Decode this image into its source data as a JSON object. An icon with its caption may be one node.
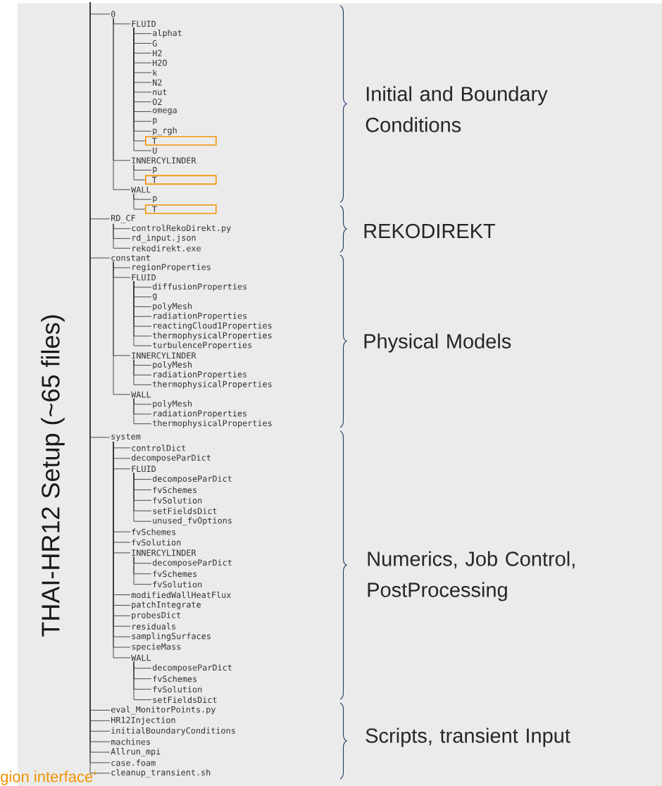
{
  "diagram": {
    "title": "THAI-HR12 Setup (~65 files)",
    "nodes": [
      {
        "text": [
          "0"
        ]
      },
      {
        "text": [
          "FLUID"
        ]
      },
      {
        "text": [
          "alphat"
        ]
      },
      {
        "text": [
          "G"
        ]
      },
      {
        "text": [
          "H2"
        ]
      },
      {
        "text": [
          "H2O"
        ]
      },
      {
        "text": [
          "k"
        ]
      },
      {
        "text": [
          "N2"
        ]
      },
      {
        "text": [
          "nut"
        ]
      },
      {
        "text": [
          "O2"
        ]
      },
      {
        "text": [
          "omega"
        ]
      },
      {
        "text": [
          "p"
        ]
      },
      {
        "text": [
          "p_rgh"
        ]
      },
      {
        "text": [
          "T"
        ]
      },
      {
        "text": [
          "U"
        ]
      },
      {
        "text": [
          "INNERCYLINDER"
        ]
      },
      {
        "text": [
          "p"
        ]
      },
      {
        "text": [
          "T"
        ]
      },
      {
        "text": [
          "WALL"
        ]
      },
      {
        "text": [
          "p"
        ]
      },
      {
        "text": [
          "T"
        ]
      },
      {
        "text": [
          "RD_CF"
        ]
      },
      {
        "text": [
          "controlRekoDirekt.py"
        ]
      },
      {
        "text": [
          "rd_input.json"
        ]
      },
      {
        "text": [
          "rekodirekt.exe"
        ]
      },
      {
        "text": [
          "constant"
        ]
      },
      {
        "text": [
          "regionProperties"
        ]
      },
      {
        "text": [
          "FLUID"
        ]
      },
      {
        "text": [
          "diffusionProperties"
        ]
      },
      {
        "text": [
          "g"
        ]
      },
      {
        "text": [
          "polyMesh"
        ]
      },
      {
        "text": [
          "radiationProperties"
        ]
      },
      {
        "text": [
          "reactingCloud1Properties"
        ]
      },
      {
        "text": [
          "thermophysicalProperties"
        ]
      },
      {
        "text": [
          "turbulenceProperties"
        ]
      },
      {
        "text": [
          "INNERCYLINDER"
        ]
      },
      {
        "text": [
          "polyMesh"
        ]
      },
      {
        "text": [
          "radiationProperties"
        ]
      },
      {
        "text": [
          "thermophysicalProperties"
        ]
      },
      {
        "text": [
          "WALL"
        ]
      },
      {
        "text": [
          "polyMesh"
        ]
      },
      {
        "text": [
          "radiationProperties"
        ]
      },
      {
        "text": [
          "thermophysicalProperties"
        ]
      },
      {
        "text": [
          "system"
        ]
      },
      {
        "text": [
          "controlDict"
        ]
      },
      {
        "text": [
          "decomposeParDict"
        ]
      },
      {
        "text": [
          "FLUID"
        ]
      },
      {
        "text": [
          "decomposeParDict"
        ]
      },
      {
        "text": [
          "fvSchemes"
        ]
      },
      {
        "text": [
          "fvSolution"
        ]
      },
      {
        "text": [
          "setFieldsDict"
        ]
      },
      {
        "text": [
          "unused_fvOptions"
        ]
      },
      {
        "text": [
          "fvSchemes"
        ]
      },
      {
        "text": [
          "fvSolution"
        ]
      },
      {
        "text": [
          "INNERCYLINDER"
        ]
      },
      {
        "text": [
          "decomposeParDict"
        ]
      },
      {
        "text": [
          "fvSchemes"
        ]
      },
      {
        "text": [
          "fvSolution"
        ]
      },
      {
        "text": [
          "modifiedWallHeatFlux"
        ]
      },
      {
        "text": [
          "patchIntegrate"
        ]
      },
      {
        "text": [
          "probesDict"
        ]
      },
      {
        "text": [
          "residuals"
        ]
      },
      {
        "text": [
          "samplingSurfaces"
        ]
      },
      {
        "text": [
          "specieMass"
        ]
      },
      {
        "text": [
          "WALL"
        ]
      },
      {
        "text": [
          "decomposeParDict"
        ]
      },
      {
        "text": [
          "fvSchemes"
        ]
      },
      {
        "text": [
          "fvSolution"
        ]
      },
      {
        "text": [
          "setFieldsDict"
        ]
      },
      {
        "text": [
          "eval_MonitorPoints.py"
        ]
      },
      {
        "text": [
          "HR12Injection"
        ]
      },
      {
        "text": [
          "initialBoundaryConditions"
        ]
      },
      {
        "text": [
          "machines"
        ]
      },
      {
        "text": [
          "Allrun_mpi"
        ]
      },
      {
        "text": [
          "case.foam"
        ]
      },
      {
        "text": [
          "cleanup_transient.sh"
        ]
      }
    ],
    "edges": [
      {
        "from": null,
        "to": 0,
        "arrow": "none"
      },
      {
        "from": 0,
        "to": 1,
        "arrow": "none"
      },
      {
        "from": 1,
        "to": 2,
        "arrow": "none"
      },
      {
        "from": 1,
        "to": 3,
        "arrow": "none"
      },
      {
        "from": 1,
        "to": 4,
        "arrow": "none"
      },
      {
        "from": 1,
        "to": 5,
        "arrow": "none"
      },
      {
        "from": 1,
        "to": 6,
        "arrow": "none"
      },
      {
        "from": 1,
        "to": 7,
        "arrow": "none"
      },
      {
        "from": 1,
        "to": 8,
        "arrow": "none"
      },
      {
        "from": 1,
        "to": 9,
        "arrow": "none"
      },
      {
        "from": 1,
        "to": 10,
        "arrow": "none"
      },
      {
        "from": 1,
        "to": 11,
        "arrow": "none"
      },
      {
        "from": 1,
        "to": 12,
        "arrow": "none"
      },
      {
        "from": 1,
        "to": 13,
        "arrow": "none"
      },
      {
        "from": 1,
        "to": 14,
        "arrow": "none"
      },
      {
        "from": 0,
        "to": 15,
        "arrow": "none"
      },
      {
        "from": 15,
        "to": 16,
        "arrow": "none"
      },
      {
        "from": 15,
        "to": 17,
        "arrow": "none"
      },
      {
        "from": 0,
        "to": 18,
        "arrow": "none"
      },
      {
        "from": 18,
        "to": 19,
        "arrow": "none"
      },
      {
        "from": 18,
        "to": 20,
        "arrow": "none"
      },
      {
        "from": null,
        "to": 21,
        "arrow": "none"
      },
      {
        "from": 21,
        "to": 22,
        "arrow": "none"
      },
      {
        "from": 21,
        "to": 23,
        "arrow": "none"
      },
      {
        "from": 21,
        "to": 24,
        "arrow": "none"
      },
      {
        "from": null,
        "to": 25,
        "arrow": "none"
      },
      {
        "from": 25,
        "to": 26,
        "arrow": "none"
      },
      {
        "from": 25,
        "to": 27,
        "arrow": "none"
      },
      {
        "from": 27,
        "to": 28,
        "arrow": "none"
      },
      {
        "from": 27,
        "to": 29,
        "arrow": "none"
      },
      {
        "from": 27,
        "to": 30,
        "arrow": "none"
      },
      {
        "from": 27,
        "to": 31,
        "arrow": "none"
      },
      {
        "from": 27,
        "to": 32,
        "arrow": "none"
      },
      {
        "from": 27,
        "to": 33,
        "arrow": "none"
      },
      {
        "from": 27,
        "to": 34,
        "arrow": "none"
      },
      {
        "from": 25,
        "to": 35,
        "arrow": "none"
      },
      {
        "from": 35,
        "to": 36,
        "arrow": "none"
      },
      {
        "from": 35,
        "to": 37,
        "arrow": "none"
      },
      {
        "from": 35,
        "to": 38,
        "arrow": "none"
      },
      {
        "from": 25,
        "to": 39,
        "arrow": "none"
      },
      {
        "from": 39,
        "to": 40,
        "arrow": "none"
      },
      {
        "from": 39,
        "to": 41,
        "arrow": "none"
      },
      {
        "from": 39,
        "to": 42,
        "arrow": "none"
      },
      {
        "from": null,
        "to": 43,
        "arrow": "none"
      },
      {
        "from": 43,
        "to": 44,
        "arrow": "none"
      },
      {
        "from": 43,
        "to": 45,
        "arrow": "none"
      },
      {
        "from": 43,
        "to": 46,
        "arrow": "none"
      },
      {
        "from": 46,
        "to": 47,
        "arrow": "none"
      },
      {
        "from": 46,
        "to": 48,
        "arrow": "none"
      },
      {
        "from": 46,
        "to": 49,
        "arrow": "none"
      },
      {
        "from": 46,
        "to": 50,
        "arrow": "none"
      },
      {
        "from": 46,
        "to": 51,
        "arrow": "none"
      },
      {
        "from": 43,
        "to": 52,
        "arrow": "none"
      },
      {
        "from": 43,
        "to": 53,
        "arrow": "none"
      },
      {
        "from": 43,
        "to": 54,
        "arrow": "none"
      },
      {
        "from": 54,
        "to": 55,
        "arrow": "none"
      },
      {
        "from": 54,
        "to": 56,
        "arrow": "none"
      },
      {
        "from": 54,
        "to": 57,
        "arrow": "none"
      },
      {
        "from": 43,
        "to": 58,
        "arrow": "none"
      },
      {
        "from": 43,
        "to": 59,
        "arrow": "none"
      },
      {
        "from": 43,
        "to": 60,
        "arrow": "none"
      },
      {
        "from": 43,
        "to": 61,
        "arrow": "none"
      },
      {
        "from": 43,
        "to": 62,
        "arrow": "none"
      },
      {
        "from": 43,
        "to": 63,
        "arrow": "none"
      },
      {
        "from": 43,
        "to": 64,
        "arrow": "none"
      },
      {
        "from": 64,
        "to": 65,
        "arrow": "none"
      },
      {
        "from": 64,
        "to": 66,
        "arrow": "none"
      },
      {
        "from": 64,
        "to": 67,
        "arrow": "none"
      },
      {
        "from": 64,
        "to": 68,
        "arrow": "none"
      },
      {
        "from": null,
        "to": 69,
        "arrow": "none"
      },
      {
        "from": null,
        "to": 70,
        "arrow": "none"
      },
      {
        "from": null,
        "to": 71,
        "arrow": "none"
      },
      {
        "from": null,
        "to": 72,
        "arrow": "none"
      },
      {
        "from": null,
        "to": 73,
        "arrow": "none"
      },
      {
        "from": null,
        "to": 74,
        "arrow": "none"
      },
      {
        "from": null,
        "to": 75,
        "arrow": "none"
      }
    ],
    "labels": [
      "Initial and Boundary Conditions",
      "REKODIREKT",
      "Physical Models",
      "Numerics, Job Control, PostProcessing",
      "Scripts, transient Input",
      "gion interface‘"
    ]
  }
}
